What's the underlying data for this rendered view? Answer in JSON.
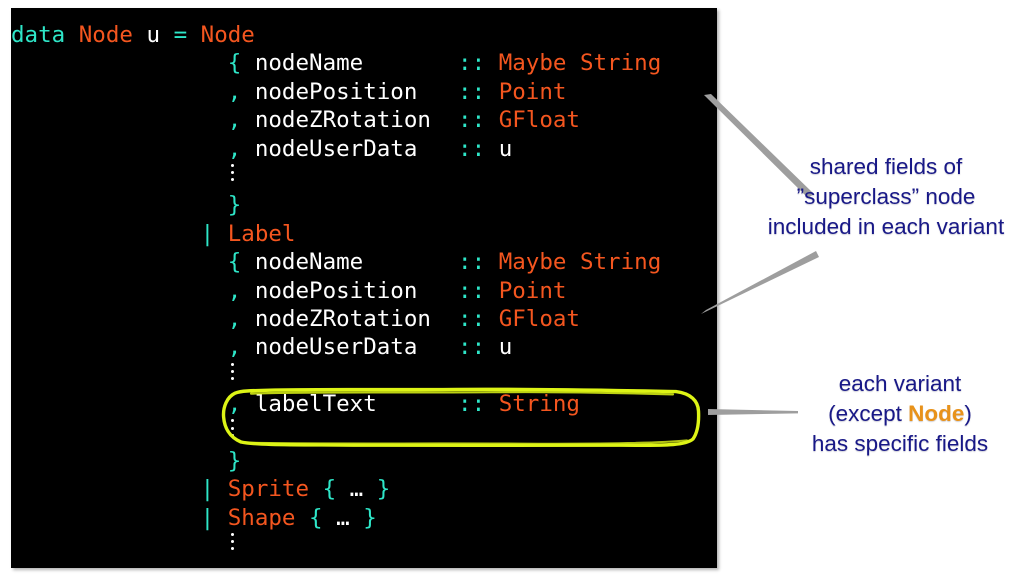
{
  "figure": {
    "kind": "haskell-code-illustration",
    "background": "#ffffff"
  },
  "code": {
    "language": "haskell",
    "background": "#000000",
    "colors": {
      "keyword": "#2ee6c8",
      "type": "#f4561f",
      "identifier": "#ffffff",
      "ellipsis": "#ffffff"
    },
    "lines": [
      {
        "id": "l01",
        "segments": [
          {
            "t": "data ",
            "c": "kw"
          },
          {
            "t": "Node ",
            "c": "ty"
          },
          {
            "t": "u ",
            "c": "id"
          },
          {
            "t": "= ",
            "c": "kw"
          },
          {
            "t": "Node",
            "c": "ty"
          }
        ]
      },
      {
        "id": "l02",
        "segments": [
          {
            "t": "                ",
            "c": "id"
          },
          {
            "t": "{ ",
            "c": "kw"
          },
          {
            "t": "nodeName       ",
            "c": "id"
          },
          {
            "t": ":: ",
            "c": "kw"
          },
          {
            "t": "Maybe String",
            "c": "ty"
          }
        ]
      },
      {
        "id": "l03",
        "segments": [
          {
            "t": "                ",
            "c": "id"
          },
          {
            "t": ", ",
            "c": "kw"
          },
          {
            "t": "nodePosition   ",
            "c": "id"
          },
          {
            "t": ":: ",
            "c": "kw"
          },
          {
            "t": "Point",
            "c": "ty"
          }
        ]
      },
      {
        "id": "l04",
        "segments": [
          {
            "t": "                ",
            "c": "id"
          },
          {
            "t": ", ",
            "c": "kw"
          },
          {
            "t": "nodeZRotation  ",
            "c": "id"
          },
          {
            "t": ":: ",
            "c": "kw"
          },
          {
            "t": "GFloat",
            "c": "ty"
          }
        ]
      },
      {
        "id": "l05",
        "segments": [
          {
            "t": "                ",
            "c": "id"
          },
          {
            "t": ", ",
            "c": "kw"
          },
          {
            "t": "nodeUserData   ",
            "c": "id"
          },
          {
            "t": ":: ",
            "c": "kw"
          },
          {
            "t": "u",
            "c": "id"
          }
        ]
      },
      {
        "id": "l06",
        "segments": [
          {
            "t": "                ",
            "c": "id"
          },
          {
            "t": "⋮",
            "c": "vdots"
          }
        ]
      },
      {
        "id": "l07",
        "segments": [
          {
            "t": "                ",
            "c": "id"
          },
          {
            "t": "}",
            "c": "kw"
          }
        ]
      },
      {
        "id": "l08",
        "segments": [
          {
            "t": "              ",
            "c": "id"
          },
          {
            "t": "| ",
            "c": "kw"
          },
          {
            "t": "Label",
            "c": "ty"
          }
        ]
      },
      {
        "id": "l09",
        "segments": [
          {
            "t": "                ",
            "c": "id"
          },
          {
            "t": "{ ",
            "c": "kw"
          },
          {
            "t": "nodeName       ",
            "c": "id"
          },
          {
            "t": ":: ",
            "c": "kw"
          },
          {
            "t": "Maybe String",
            "c": "ty"
          }
        ]
      },
      {
        "id": "l10",
        "segments": [
          {
            "t": "                ",
            "c": "id"
          },
          {
            "t": ", ",
            "c": "kw"
          },
          {
            "t": "nodePosition   ",
            "c": "id"
          },
          {
            "t": ":: ",
            "c": "kw"
          },
          {
            "t": "Point",
            "c": "ty"
          }
        ]
      },
      {
        "id": "l11",
        "segments": [
          {
            "t": "                ",
            "c": "id"
          },
          {
            "t": ", ",
            "c": "kw"
          },
          {
            "t": "nodeZRotation  ",
            "c": "id"
          },
          {
            "t": ":: ",
            "c": "kw"
          },
          {
            "t": "GFloat",
            "c": "ty"
          }
        ]
      },
      {
        "id": "l12",
        "segments": [
          {
            "t": "                ",
            "c": "id"
          },
          {
            "t": ", ",
            "c": "kw"
          },
          {
            "t": "nodeUserData   ",
            "c": "id"
          },
          {
            "t": ":: ",
            "c": "kw"
          },
          {
            "t": "u",
            "c": "id"
          }
        ]
      },
      {
        "id": "l13",
        "segments": [
          {
            "t": "                ",
            "c": "id"
          },
          {
            "t": "⋮",
            "c": "vdots"
          }
        ]
      },
      {
        "id": "l14",
        "segments": [
          {
            "t": "                ",
            "c": "id"
          },
          {
            "t": ", ",
            "c": "kw"
          },
          {
            "t": "labelText      ",
            "c": "id"
          },
          {
            "t": ":: ",
            "c": "kw"
          },
          {
            "t": "String",
            "c": "ty"
          }
        ]
      },
      {
        "id": "l15",
        "segments": [
          {
            "t": "                ",
            "c": "id"
          },
          {
            "t": "⋮",
            "c": "vdots"
          }
        ]
      },
      {
        "id": "l16",
        "segments": [
          {
            "t": "                ",
            "c": "id"
          },
          {
            "t": "}",
            "c": "kw"
          }
        ]
      },
      {
        "id": "l17",
        "segments": [
          {
            "t": "              ",
            "c": "id"
          },
          {
            "t": "| ",
            "c": "kw"
          },
          {
            "t": "Sprite ",
            "c": "ty"
          },
          {
            "t": "{ ",
            "c": "kw"
          },
          {
            "t": "… ",
            "c": "id"
          },
          {
            "t": "}",
            "c": "kw"
          }
        ]
      },
      {
        "id": "l18",
        "segments": [
          {
            "t": "              ",
            "c": "id"
          },
          {
            "t": "| ",
            "c": "kw"
          },
          {
            "t": "Shape ",
            "c": "ty"
          },
          {
            "t": "{ ",
            "c": "kw"
          },
          {
            "t": "… ",
            "c": "id"
          },
          {
            "t": "}",
            "c": "kw"
          }
        ]
      },
      {
        "id": "l19",
        "segments": [
          {
            "t": "                ",
            "c": "id"
          },
          {
            "t": "⋮",
            "c": "vdots"
          }
        ]
      }
    ]
  },
  "highlight": {
    "color": "#ddf416",
    "shape": "hand-drawn-rounded-rectangle",
    "targets_line": "labelText :: String"
  },
  "annotations": {
    "shared": {
      "color": "#181887",
      "lines": [
        "shared fields of",
        "”superclass” node",
        "included in each variant"
      ]
    },
    "variant": {
      "color": "#181887",
      "accent_color": "#e8921a",
      "line1": "each variant",
      "line2_pre": "(except ",
      "line2_accent": "Node",
      "line2_post": ")",
      "line3": "has specific fields"
    }
  },
  "leaders": {
    "color": "#9a9a9a",
    "count": 3
  }
}
